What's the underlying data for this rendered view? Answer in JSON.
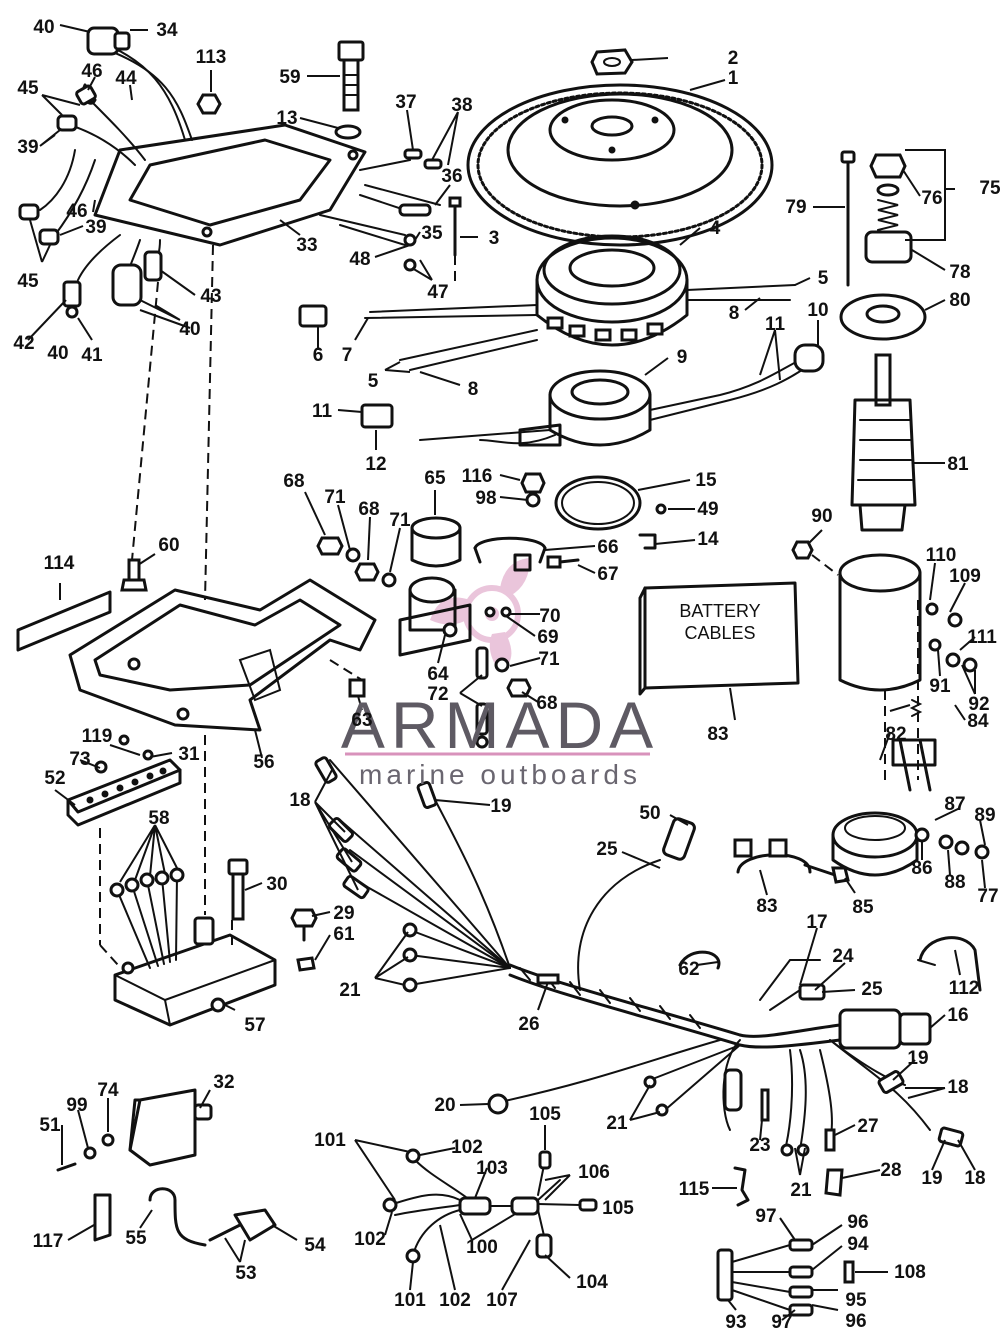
{
  "labels": [
    "40",
    "34",
    "113",
    "2",
    "59",
    "1",
    "45",
    "46",
    "44",
    "37",
    "38",
    "13",
    "39",
    "76",
    "75",
    "36",
    "79",
    "46",
    "39",
    "3",
    "33",
    "35",
    "4",
    "5",
    "45",
    "48",
    "47",
    "78",
    "80",
    "42",
    "43",
    "40",
    "8",
    "10",
    "6",
    "7",
    "41",
    "40",
    "11",
    "5",
    "8",
    "9",
    "11",
    "12",
    "81",
    "68",
    "116",
    "65",
    "15",
    "98",
    "49",
    "71",
    "68",
    "71",
    "90",
    "14",
    "66",
    "110",
    "109",
    "60",
    "67",
    "114",
    "70",
    "111",
    "69",
    "71",
    "91",
    "92",
    "64",
    "72",
    "68",
    "83",
    "84",
    "63",
    "82",
    "56",
    "119",
    "73",
    "31",
    "52",
    "18",
    "19",
    "58",
    "50",
    "87",
    "89",
    "25",
    "86",
    "88",
    "77",
    "30",
    "83",
    "85",
    "29",
    "61",
    "17",
    "21",
    "62",
    "112",
    "24",
    "25",
    "57",
    "26",
    "16",
    "32",
    "19",
    "74",
    "99",
    "18",
    "51",
    "20",
    "105",
    "21",
    "27",
    "101",
    "102",
    "103",
    "106",
    "23",
    "28",
    "21",
    "19",
    "18",
    "105",
    "115",
    "117",
    "55",
    "54",
    "102",
    "100",
    "97",
    "96",
    "53",
    "94",
    "104",
    "108",
    "101",
    "102",
    "107",
    "95",
    "93",
    "97",
    "96"
  ],
  "battery_box": {
    "line1": "BATTERY",
    "line2": "CABLES"
  },
  "watermark": {
    "brand": "ARMADA",
    "tagline": "marine outboards"
  }
}
